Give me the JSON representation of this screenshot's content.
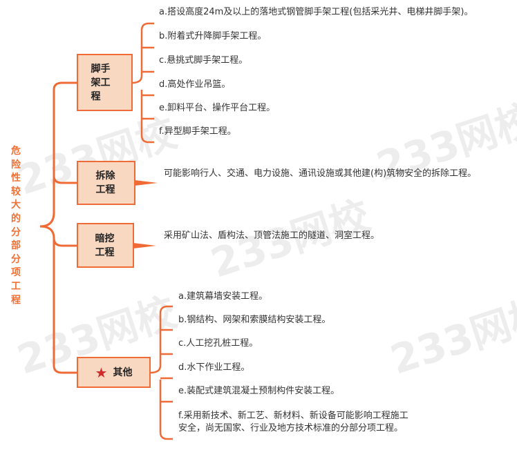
{
  "root": "危险性较大的分部分项工程",
  "watermark": "233网校",
  "colors": {
    "accent": "#f06a35",
    "box_fill": "#f9d8c2",
    "star": "#d22a2a"
  },
  "branches": [
    {
      "label": "脚手架工程",
      "items": [
        "a.搭设高度24m及以上的落地式钢管脚手架工程(包括采光井、电梯井脚手架)。",
        "b.附着式升降脚手架工程。",
        "c.悬挑式脚手架工程。",
        "d.高处作业吊篮。",
        "e.卸料平台、操作平台工程。",
        "f.异型脚手架工程。"
      ]
    },
    {
      "label": "拆除工程",
      "items": [
        "可能影响行人、交通、电力设施、通讯设施或其他建(构)筑物安全的拆除工程。"
      ]
    },
    {
      "label": "暗挖工程",
      "items": [
        "采用矿山法、盾构法、顶管法施工的隧道、洞室工程。"
      ]
    },
    {
      "label": "其他",
      "icon": "star-icon",
      "items": [
        "a.建筑幕墙安装工程。",
        "b.钢结构、网架和索膜结构安装工程。",
        "c.人工挖孔桩工程。",
        "d.水下作业工程。",
        "e.装配式建筑混凝土预制构件安装工程。",
        "f.采用新技术、新工艺、新材料、新设备可能影响工程施工",
        "安全，尚无国家、行业及地方技术标准的分部分项工程。"
      ]
    }
  ]
}
